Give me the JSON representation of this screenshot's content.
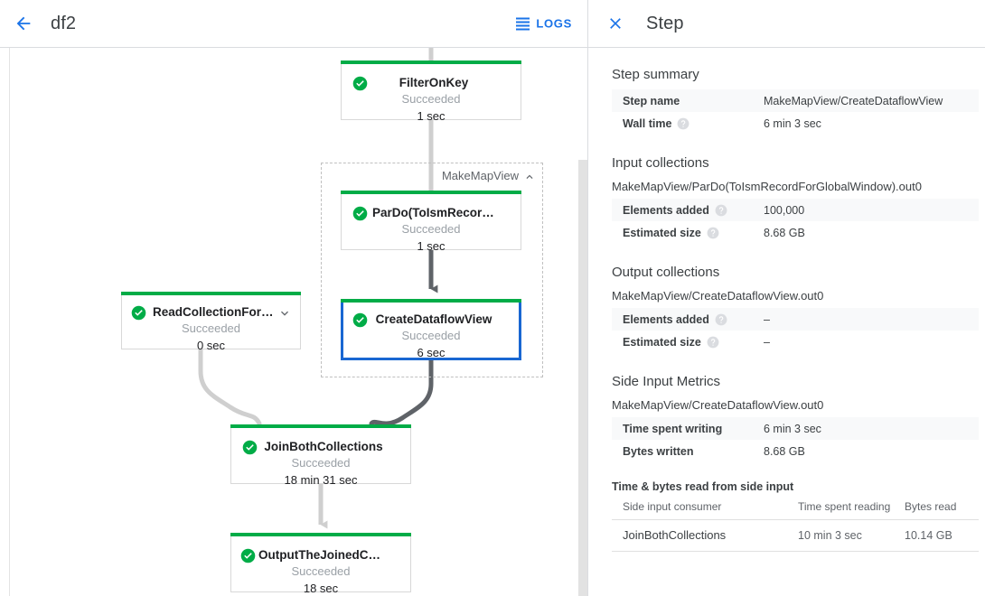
{
  "left": {
    "back_icon": "arrow-back-icon",
    "job_title": "df2",
    "logs_label": "LOGS",
    "logs_icon": "logs-hamburger-icon"
  },
  "graph": {
    "composite": {
      "label": "MakeMapView",
      "caret_icon": "chevron-up-icon"
    },
    "nodes": [
      {
        "id": "filter-on-key",
        "title": "FilterOnKey",
        "status": "Succeeded",
        "time": "1 sec",
        "status_icon": "check-circle-icon",
        "selected": false,
        "chevron": false
      },
      {
        "id": "pardo-toismrecordfor",
        "title": "ParDo(ToIsmRecordFor…",
        "status": "Succeeded",
        "time": "1 sec",
        "status_icon": "check-circle-icon",
        "selected": false,
        "chevron": false
      },
      {
        "id": "create-dataflow-view",
        "title": "CreateDataflowView",
        "status": "Succeeded",
        "time": "6 sec",
        "status_icon": "check-circle-icon",
        "selected": true,
        "chevron": false
      },
      {
        "id": "read-collection-for-join",
        "title": "ReadCollectionForJoin",
        "status": "Succeeded",
        "time": "0 sec",
        "status_icon": "check-circle-icon",
        "selected": false,
        "chevron": true,
        "chevron_icon": "chevron-down-icon"
      },
      {
        "id": "join-both-collections",
        "title": "JoinBothCollections",
        "status": "Succeeded",
        "time": "18 min 31 sec",
        "status_icon": "check-circle-icon",
        "selected": false,
        "chevron": false
      },
      {
        "id": "output-the-joined-collec",
        "title": "OutputTheJoinedCollec…",
        "status": "Succeeded",
        "time": "18 sec",
        "status_icon": "check-circle-icon",
        "selected": false,
        "chevron": false
      }
    ],
    "colors": {
      "success_bar": "#00ac47",
      "selected_border": "#1967d2",
      "edge_light": "#cfcfcf",
      "edge_dark": "#5f6368"
    }
  },
  "panel": {
    "close_icon": "close-icon",
    "title": "Step",
    "step_summary": {
      "heading": "Step summary",
      "rows": [
        {
          "key": "Step name",
          "value": "MakeMapView/CreateDataflowView",
          "help": false,
          "shaded": true
        },
        {
          "key": "Wall time",
          "value": "6 min 3 sec",
          "help": true,
          "shaded": false
        }
      ]
    },
    "input_collections": {
      "heading": "Input collections",
      "collection": "MakeMapView/ParDo(ToIsmRecordForGlobalWindow).out0",
      "rows": [
        {
          "key": "Elements added",
          "value": "100,000",
          "help": true,
          "shaded": true
        },
        {
          "key": "Estimated size",
          "value": "8.68 GB",
          "help": true,
          "shaded": false
        }
      ]
    },
    "output_collections": {
      "heading": "Output collections",
      "collection": "MakeMapView/CreateDataflowView.out0",
      "rows": [
        {
          "key": "Elements added",
          "value": "–",
          "help": true,
          "shaded": true
        },
        {
          "key": "Estimated size",
          "value": "–",
          "help": true,
          "shaded": false
        }
      ]
    },
    "side_input_metrics": {
      "heading": "Side Input Metrics",
      "collection": "MakeMapView/CreateDataflowView.out0",
      "rows": [
        {
          "key": "Time spent writing",
          "value": "6 min 3 sec",
          "help": false,
          "shaded": true
        },
        {
          "key": "Bytes written",
          "value": "8.68 GB",
          "help": false,
          "shaded": false
        }
      ]
    },
    "side_input_read": {
      "heading": "Time & bytes read from side input",
      "columns": [
        "Side input consumer",
        "Time spent reading",
        "Bytes read"
      ],
      "rows": [
        [
          "JoinBothCollections",
          "10 min 3 sec",
          "10.14 GB"
        ]
      ]
    },
    "help_icon": "help-circle-icon"
  }
}
